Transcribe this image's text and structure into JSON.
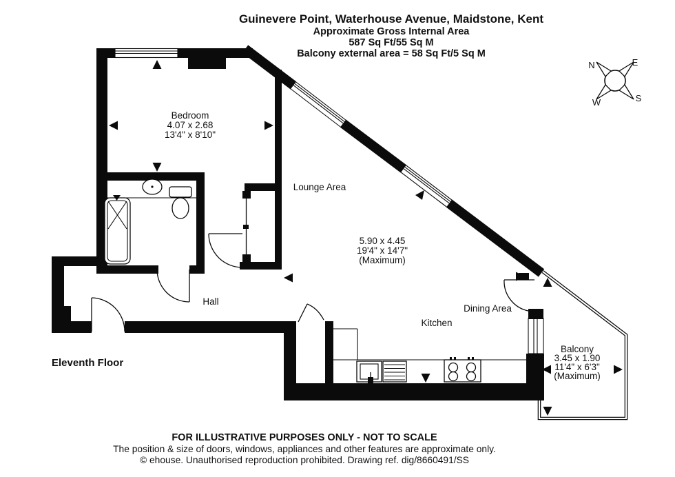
{
  "header": {
    "title": "Guinevere Point, Waterhouse Avenue, Maidstone, Kent",
    "line2": "Approximate Gross Internal Area",
    "line3": "587 Sq Ft/55 Sq M",
    "line4": "Balcony external area = 58 Sq Ft/5 Sq M"
  },
  "compass": {
    "icon": "compass-rose",
    "n": "N",
    "e": "E",
    "s": "S",
    "w": "W"
  },
  "floor_label": "Eleventh Floor",
  "rooms": {
    "bedroom": {
      "name": "Bedroom",
      "metric": "4.07 x 2.68",
      "imperial": "13'4\" x 8'10\""
    },
    "lounge": {
      "name": "Lounge Area",
      "metric": "5.90 x 4.45",
      "imperial": "19'4\" x 14'7\"",
      "qualifier": "(Maximum)"
    },
    "hall": {
      "name": "Hall"
    },
    "kitchen": {
      "name": "Kitchen"
    },
    "dining": {
      "name": "Dining Area"
    },
    "balcony": {
      "name": "Balcony",
      "metric": "3.45 x 1.90",
      "imperial": "11'4\" x 6'3\"",
      "qualifier": "(Maximum)"
    }
  },
  "footer": {
    "line1": "FOR ILLUSTRATIVE PURPOSES ONLY - NOT TO SCALE",
    "line2": "The position & size of doors, windows, appliances and other features are approximate only.",
    "line3": "© ehouse. Unauthorised reproduction prohibited. Drawing ref. dig/8660491/SS"
  },
  "colors": {
    "ink": "#0b0b0b",
    "paper": "#ffffff"
  }
}
